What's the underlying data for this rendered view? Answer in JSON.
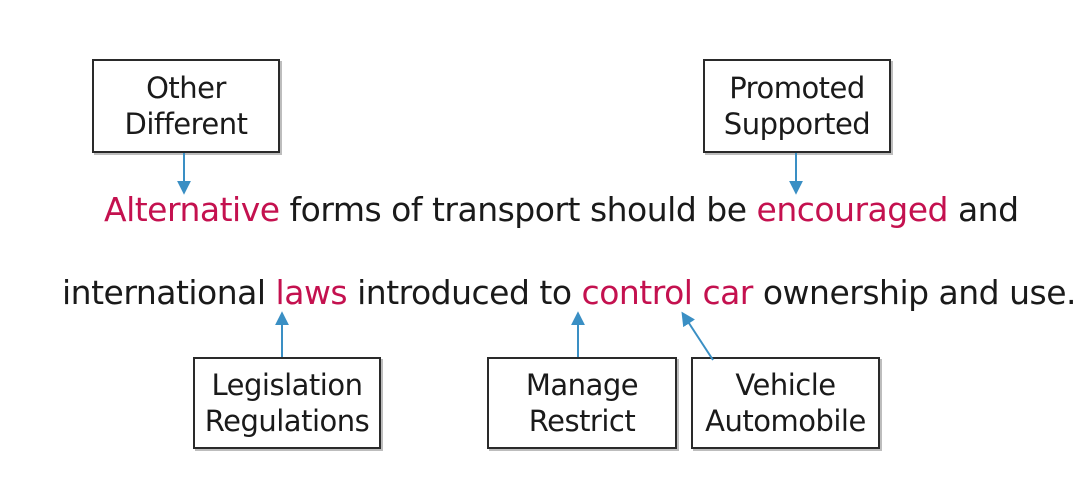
{
  "boxes": {
    "alternative": {
      "line1": "Other",
      "line2": "Different"
    },
    "encouraged": {
      "line1": "Promoted",
      "line2": "Supported"
    },
    "laws": {
      "line1": "Legislation",
      "line2": "Regulations"
    },
    "control": {
      "line1": "Manage",
      "line2": "Restrict"
    },
    "car": {
      "line1": "Vehicle",
      "line2": "Automobile"
    }
  },
  "sentence": {
    "line1": {
      "w1": "Alternative",
      "t1": " forms of transport should be ",
      "w2": "encouraged",
      "t2": " and"
    },
    "line2": {
      "t1": "international ",
      "w1": "laws",
      "t2": " introduced to ",
      "w2": "control",
      "t3": " ",
      "w3": "car",
      "t4": " ownership and use."
    }
  },
  "colors": {
    "highlight": "#c4114f",
    "arrow": "#3a8fc4",
    "text": "#1a1a1a"
  }
}
